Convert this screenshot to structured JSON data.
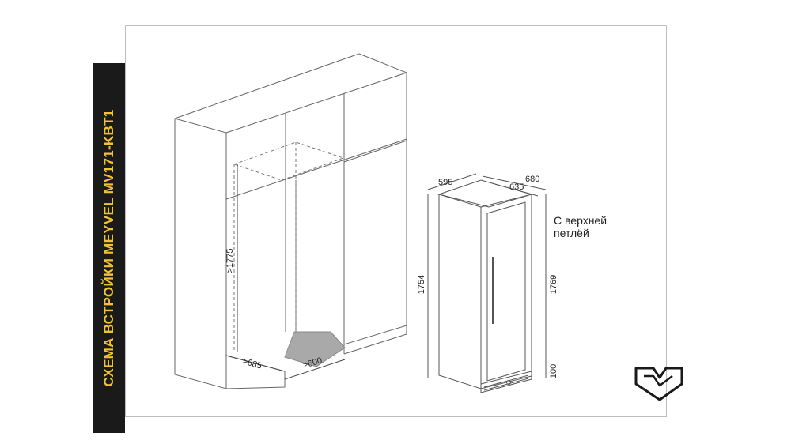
{
  "banner": {
    "title": "СХЕМА ВСТРОЙКИ MEYVEL MV171-KBT1"
  },
  "cabinet": {
    "height_label": ">1775",
    "depth_label": ">685",
    "width_label": ">600"
  },
  "appliance": {
    "width_label": "595",
    "depth_label": "680",
    "depth_inner_label": "635",
    "height_label": "1754",
    "height_total_label": "1769",
    "plinth_label": "100",
    "note_line1": "С верхней",
    "note_line2": "петлёй"
  },
  "logo": {
    "icon": "brand-logo-icon"
  },
  "colors": {
    "banner_bg": "#1a1a1a",
    "banner_text": "#f2c230",
    "niche_floor": "#a9a9a9",
    "line": "#555555"
  }
}
